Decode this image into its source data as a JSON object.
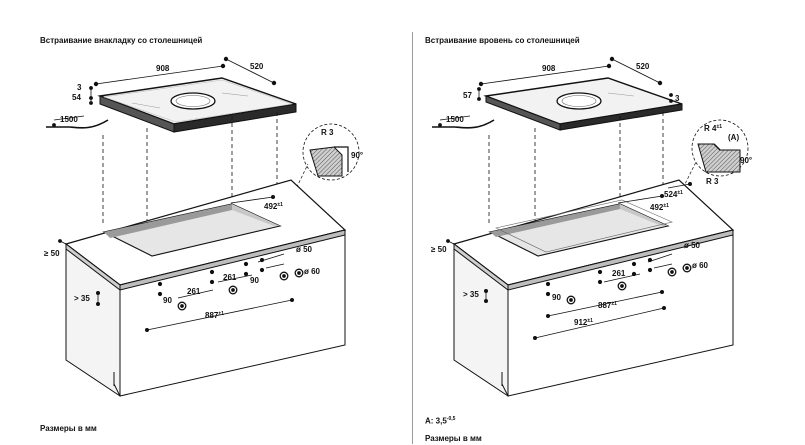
{
  "left": {
    "title": "Встраивание внакладку со столешницей",
    "footer": "Размеры в мм",
    "dims": {
      "width": "908",
      "depth": "520",
      "h1": "3",
      "h2": "54",
      "cable": "1500",
      "radius": "R 3",
      "angle": "90°",
      "cut": "492",
      "cut_tol": "±1",
      "min_side": "≥ 50",
      "min_front": "> 35",
      "d50": "ø 50",
      "d60": "ø 60",
      "s261a": "261",
      "s261b": "261",
      "s90a": "90",
      "s90b": "90",
      "bottom": "887",
      "bottom_tol": "±1"
    }
  },
  "right": {
    "title": "Встраивание вровень со столешницей",
    "footer_a": "A: 3,5",
    "footer_a_sup": "-0,5",
    "footer": "Размеры в мм",
    "dims": {
      "width": "908",
      "depth": "520",
      "h1": "57",
      "h2": "3",
      "cable": "1500",
      "radius_top": "R 4",
      "radius_top_tol": "±1",
      "a_label": "(A)",
      "radius_bottom": "R 3",
      "angle": "90°",
      "cut_outer": "524",
      "cut_outer_tol": "±1",
      "cut": "492",
      "cut_tol": "±1",
      "min_side": "≥ 50",
      "min_front": "> 35",
      "d50": "ø 50",
      "d60": "ø 60",
      "s261": "261",
      "s90": "90",
      "mid": "887",
      "mid_tol": "±1",
      "bottom": "912",
      "bottom_tol": "±1"
    }
  }
}
